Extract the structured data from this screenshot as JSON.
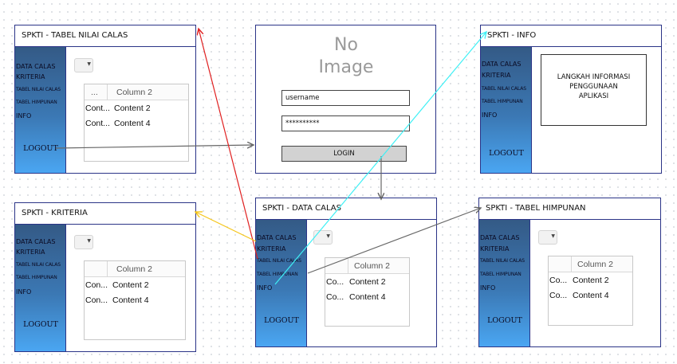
{
  "colors": {
    "frame_border": "#2b3487",
    "sidebar_top": "#345a86",
    "sidebar_bottom": "#4aa6f2",
    "arrow_gray": "#666666",
    "arrow_red": "#e02020",
    "arrow_yellow": "#f5c518",
    "arrow_cyan": "#3ff0f5"
  },
  "menu": {
    "data_calas": "DATA CALAS",
    "kriteria": "KRITERIA",
    "tabel_nilai_calas": "TABEL NILAI CALAS",
    "tabel_himpunan": "TABEL HIMPUNAN",
    "info": "INFO",
    "logout": "LOGOUT",
    "dropdown_icon": "chevron-down-icon"
  },
  "table": {
    "col1_header": "...",
    "col2_header": "Column 2",
    "row1_col1_full": "Cont...",
    "row1_col1_short": "Con...",
    "row1_col1_tiny": "Co...",
    "row1_col2": "Content 2",
    "row2_col2": "Content 4"
  },
  "screens": {
    "tabel_nilai_calas": {
      "title": "SPKTI - TABEL NILAI CALAS"
    },
    "kriteria": {
      "title": "SPKTI - KRITERIA"
    },
    "data_calas": {
      "title": "SPKTI - DATA CALAS"
    },
    "info": {
      "title": "SPKTI - INFO",
      "body": [
        "LANGKAH INFORMASI",
        "PENGGUNAAN",
        "APLIKASI"
      ]
    },
    "tabel_himpunan": {
      "title": "SPKTI - TABEL HIMPUNAN"
    },
    "login": {
      "placeholder_line1": "No",
      "placeholder_line2": "Image",
      "username": "username",
      "password": "**********",
      "login_button": "LOGIN"
    }
  }
}
